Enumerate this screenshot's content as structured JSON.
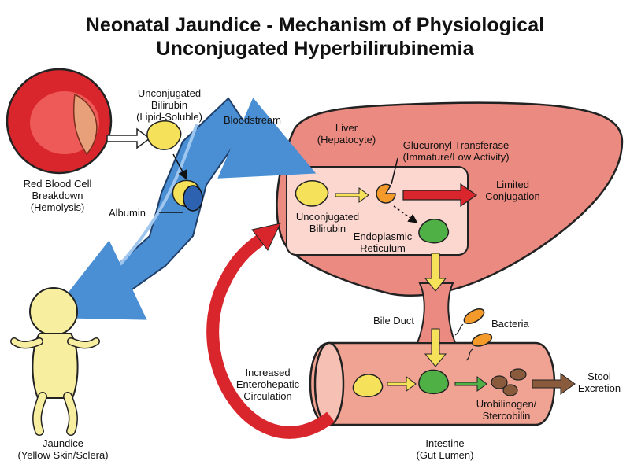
{
  "title": {
    "line1": "Neonatal Jaundice - Mechanism of Physiological",
    "line2": "Unconjugated Hyperbilirubinemia"
  },
  "labels": {
    "rbc": [
      "Red Blood Cell",
      "Breakdown",
      "(Hemolysis)"
    ],
    "unconj_top": [
      "Unconjugated",
      "Bilirubin",
      "(Lipid-Soluble)"
    ],
    "bloodstream": "Bloodstream",
    "albumin": "Albumin",
    "liver": [
      "Liver",
      "(Hepatocyte)"
    ],
    "enzyme": [
      "Glucuronyl Transferase",
      "(Immature/Low Activity)"
    ],
    "limited": [
      "Limited",
      "Conjugation"
    ],
    "unconj_liver": [
      "Unconjugated",
      "Bilirubin"
    ],
    "er": [
      "Endoplasmic",
      "Reticulum"
    ],
    "bile_duct": "Bile Duct",
    "bacteria": "Bacteria",
    "enterohepatic": [
      "Increased",
      "Enterohepatic",
      "Circulation"
    ],
    "stool": [
      "Stool",
      "Excretion"
    ],
    "urobilinogen": [
      "Urobilinogen/",
      "Stercobilin"
    ],
    "intestine": [
      "Intestine",
      "(Gut Lumen)"
    ],
    "jaundice": [
      "Jaundice",
      "(Yellow Skin/Sclera)"
    ]
  },
  "colors": {
    "blood_red": "#d9262c",
    "vessel_blue": "#4a8fd4",
    "liver_pink": "#eb8a80",
    "bilirubin_yellow": "#f6e15a",
    "enzyme_orange": "#f39a2a",
    "conjugated_green": "#4fb045",
    "stercobilin_brown": "#8a5a3c",
    "baby_skin": "#f8eea0"
  }
}
